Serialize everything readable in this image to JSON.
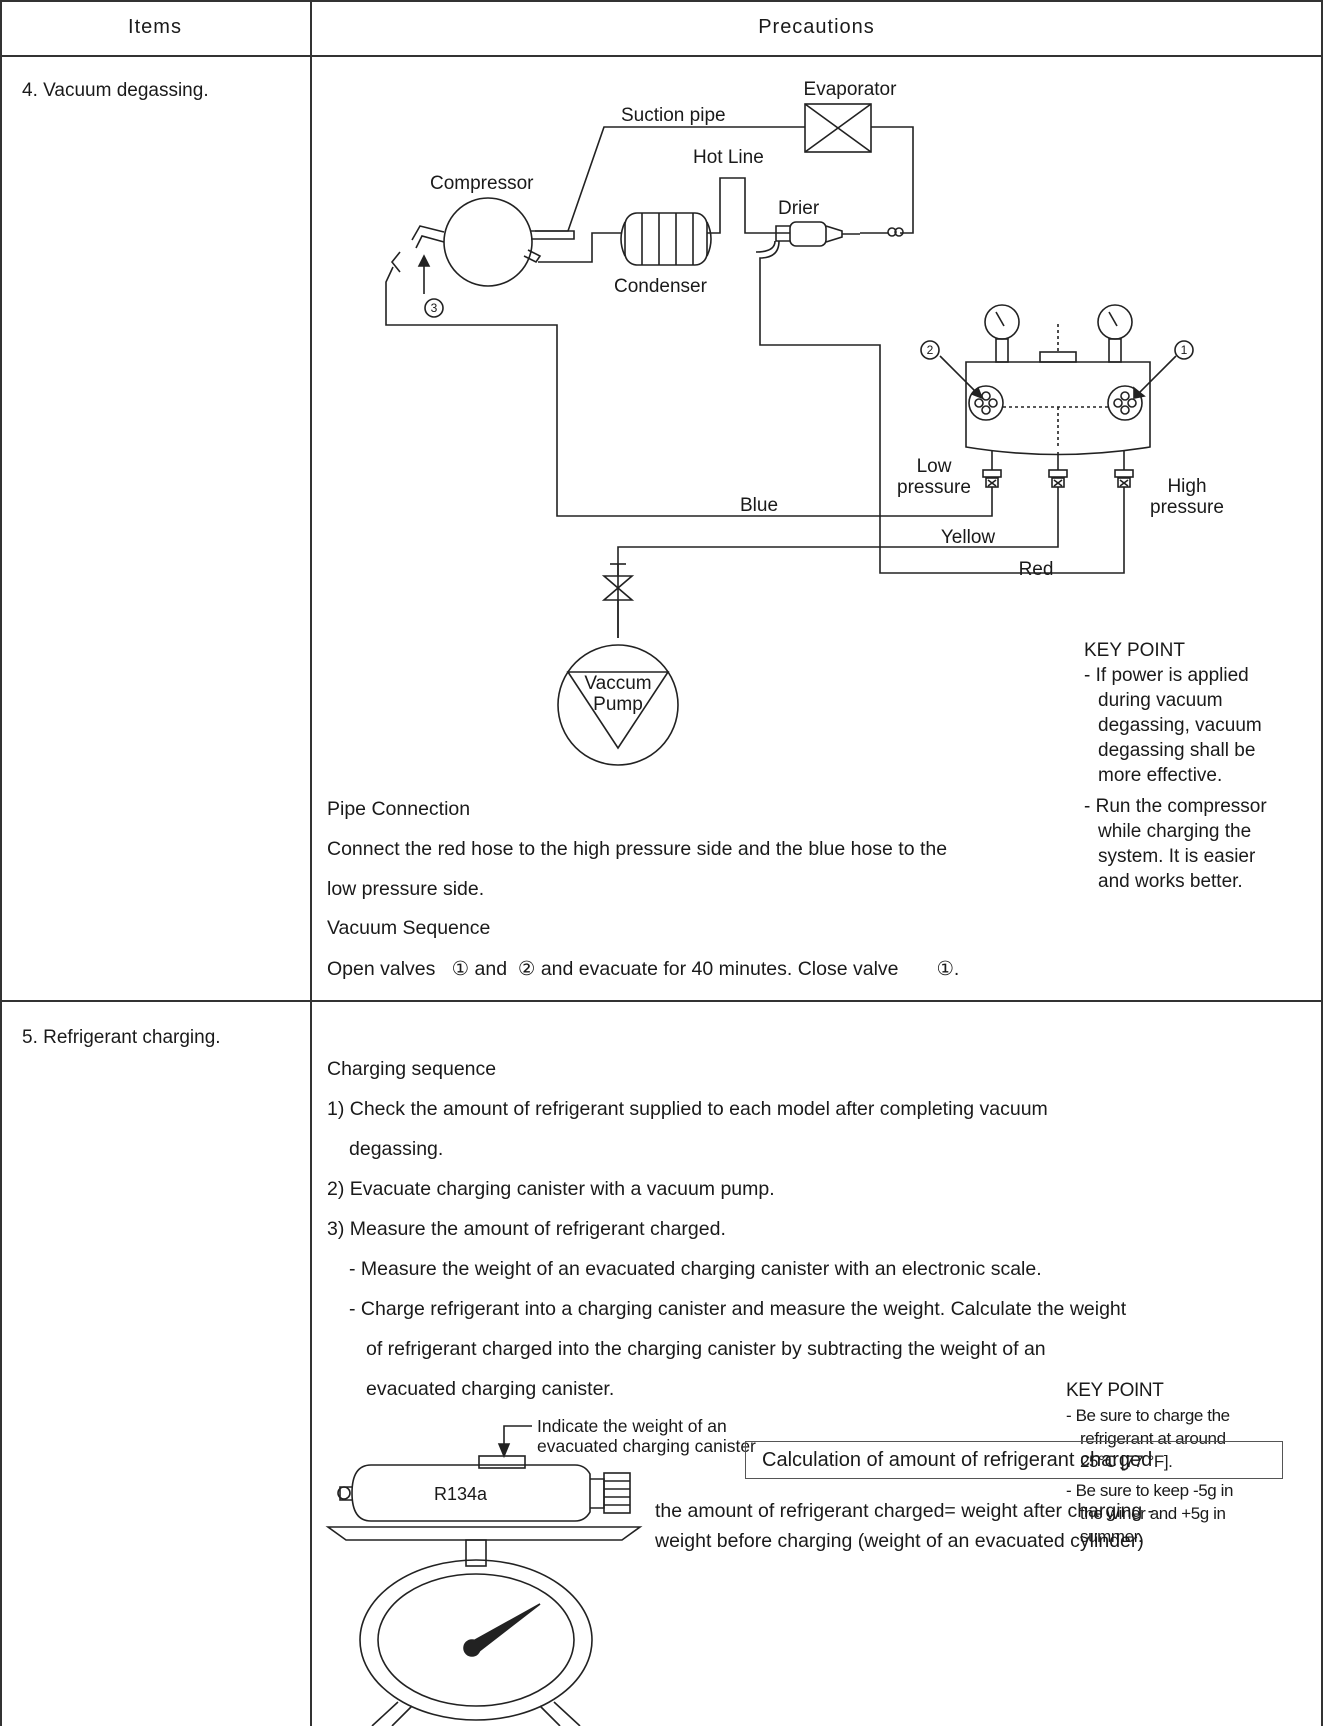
{
  "table": {
    "header": {
      "items": "Items",
      "precautions": "Precautions"
    },
    "rows": [
      {
        "item": "4. Vacuum degassing."
      },
      {
        "item": "5. Refrigerant charging."
      }
    ]
  },
  "vacuum_diagram": {
    "labels": {
      "evaporator": "Evaporator",
      "suction_pipe": "Suction pipe",
      "hot_line": "Hot Line",
      "compressor": "Compressor",
      "drier": "Drier",
      "condenser": "Condenser",
      "low_pressure_1": "Low",
      "low_pressure_2": "pressure",
      "high_pressure_1": "High",
      "high_pressure_2": "pressure",
      "blue": "Blue",
      "yellow": "Yellow",
      "red": "Red",
      "vacuum_pump_1": "Vaccum",
      "vacuum_pump_2": "Pump",
      "marker_1": "1",
      "marker_2": "2",
      "marker_3": "3"
    }
  },
  "section4": {
    "key_point_title": "KEY POINT",
    "key_points": [
      [
        "- If power is applied",
        "during vacuum",
        "degassing, vacuum",
        "degassing shall be",
        "more effective."
      ],
      [
        "- Run the compressor",
        "while charging the",
        "system. It is easier",
        "and works better."
      ]
    ],
    "pipe_connection_title": "Pipe Connection",
    "pipe_connection_line1": "Connect the red hose to the high pressure side and the blue hose to the",
    "pipe_connection_line2": "low pressure side.",
    "vacuum_sequence_title": "Vacuum Sequence",
    "vacuum_sequence_text": "Open valves   ① and  ② and evacuate for 40 minutes. Close valve       ①."
  },
  "section5": {
    "charging_title": "Charging sequence",
    "step1_line1": "1) Check the amount of refrigerant supplied to each model after completing vacuum",
    "step1_line2": "degassing.",
    "step2": "2) Evacuate charging canister with a vacuum pump.",
    "step3": "3) Measure the amount of refrigerant charged.",
    "step3a": "- Measure the weight of an evacuated charging canister with an electronic scale.",
    "step3b_line1": "- Charge refrigerant into a charging canister and measure the weight. Calculate the weight",
    "step3b_line2": "of refrigerant charged into the charging canister by subtracting the weight of an",
    "step3b_line3": "evacuated charging canister.",
    "key_point_title": "KEY POINT",
    "key_points": [
      [
        "- Be sure to charge the",
        "refrigerant at around",
        "25°C [77 °F]."
      ],
      [
        "- Be sure to keep -5g in",
        "the winer and +5g in",
        "summer."
      ]
    ],
    "scale_labels": {
      "indicate_line1": "Indicate the weight of an",
      "indicate_line2": "evacuated charging canister",
      "canister": "R134a"
    },
    "calc_box": "Calculation of amount of refrigerant charged",
    "formula_line1": "the amount of refrigerant charged=  weight after charging -",
    "formula_line2": "weight before charging (weight of an evacuated cylinder)"
  }
}
